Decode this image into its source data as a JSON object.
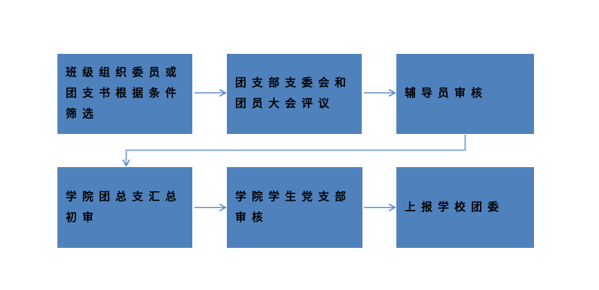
{
  "page": {
    "background_color": "#ffffff"
  },
  "diagram": {
    "type": "flowchart",
    "box_fill_color": "#4f81bd",
    "text_color": "#000000",
    "connector_color": "#5585c8",
    "nodes": [
      {
        "id": "node-1",
        "label": "班级组织委员或团支书根据条件筛选",
        "lines": [
          "班级组织委员或",
          "团支书根据条件",
          "筛选"
        ]
      },
      {
        "id": "node-2",
        "label": "团支部支委会和团员大会评议",
        "lines": [
          "团支部支委会和",
          "团员大会评议"
        ]
      },
      {
        "id": "node-3",
        "label": "辅导员审核",
        "lines": [
          "辅导员审核"
        ]
      },
      {
        "id": "node-4",
        "label": "学院团总支汇总初审",
        "lines": [
          "学院团总支汇总",
          "初审"
        ]
      },
      {
        "id": "node-5",
        "label": "学院学生党支部审核",
        "lines": [
          "学院学生党支部",
          "审核"
        ]
      },
      {
        "id": "node-6",
        "label": "上报学校团委",
        "lines": [
          "上报学校团委"
        ]
      }
    ],
    "connectors": [
      {
        "from": "node-1",
        "to": "node-2",
        "style": "straight-arrow"
      },
      {
        "from": "node-2",
        "to": "node-3",
        "style": "straight-arrow"
      },
      {
        "from": "node-3",
        "to": "node-4",
        "style": "elbow-arrow"
      },
      {
        "from": "node-4",
        "to": "node-5",
        "style": "straight-arrow"
      },
      {
        "from": "node-5",
        "to": "node-6",
        "style": "straight-arrow"
      }
    ]
  }
}
